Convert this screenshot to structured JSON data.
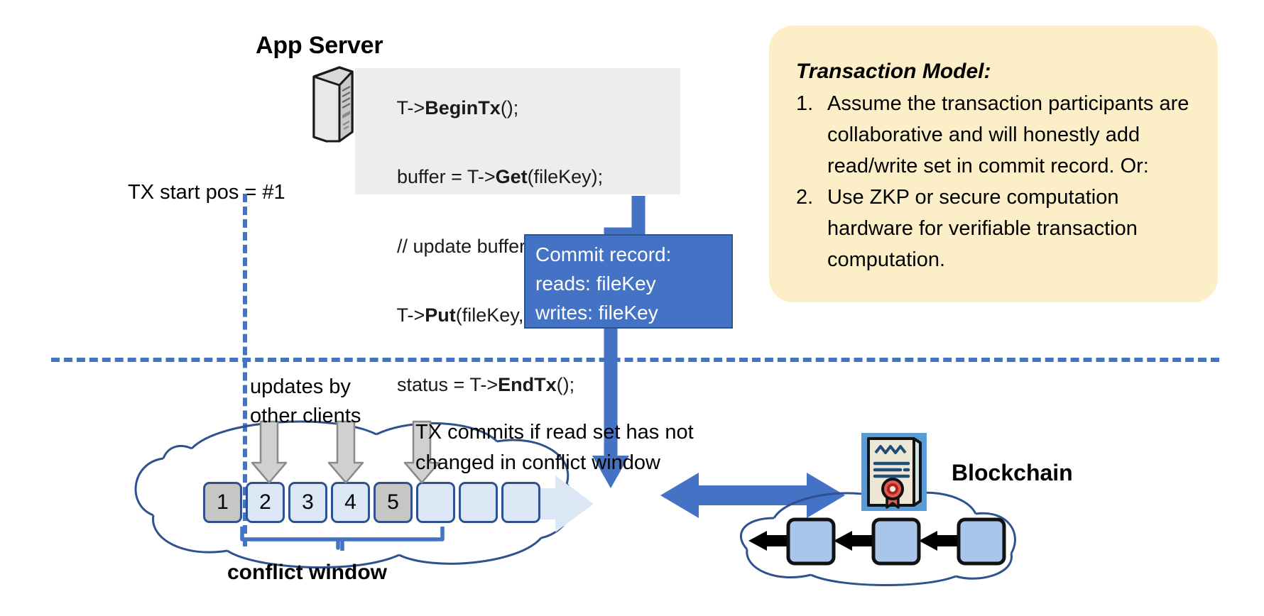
{
  "app_server": {
    "title": "App Server",
    "icon": "server-tower-icon",
    "code_lines": [
      {
        "pre": "T->",
        "bold": "BeginTx",
        "post": "();"
      },
      {
        "pre": "buffer = T->",
        "bold": "Get",
        "post": "(fileKey);"
      },
      {
        "pre": "// update buffer;",
        "bold": "",
        "post": ""
      },
      {
        "pre": "T->",
        "bold": "Put",
        "post": "(fileKey, buffer)"
      },
      {
        "pre": "status = T->",
        "bold": "EndTx",
        "post": "();"
      }
    ]
  },
  "tx_start": {
    "label": "TX start pos = #1"
  },
  "commit_record": {
    "lines": [
      "Commit record:",
      "reads: fileKey",
      "writes: fileKey"
    ],
    "fill_color": "#4472c4",
    "text_color": "#ffffff"
  },
  "transaction_model": {
    "title": "Transaction Model:",
    "background_color": "#fcefc8",
    "items": [
      {
        "num": "1.",
        "text": "Assume the transaction participants are collaborative and will honestly add read/write set in commit record.  Or:"
      },
      {
        "num": "2.",
        "text": "Use ZKP or secure computation hardware for verifiable transaction computation."
      }
    ]
  },
  "log": {
    "updates_label": "updates by\nother clients",
    "commits_label": "TX commits if read set has not\nchanged in conflict window",
    "conflict_window_label": "conflict window",
    "cells": [
      {
        "value": "1",
        "state": "gray"
      },
      {
        "value": "2",
        "state": "blue"
      },
      {
        "value": "3",
        "state": "blue"
      },
      {
        "value": "4",
        "state": "blue"
      },
      {
        "value": "5",
        "state": "gray"
      },
      {
        "value": "",
        "state": "empty"
      },
      {
        "value": "",
        "state": "empty"
      },
      {
        "value": "",
        "state": "empty"
      }
    ],
    "update_arrow_count": 3,
    "commit_arrow_target_cell": "5",
    "accent_color": "#4472c4",
    "cell_blue": "#dce7f5",
    "cell_gray": "#c8c6c4"
  },
  "blockchain": {
    "label": "Blockchain",
    "cert_icon": "certificate-seal-icon",
    "block_count": 3,
    "block_color": "#a8c6ea",
    "link_arrow_color": "#000000"
  }
}
